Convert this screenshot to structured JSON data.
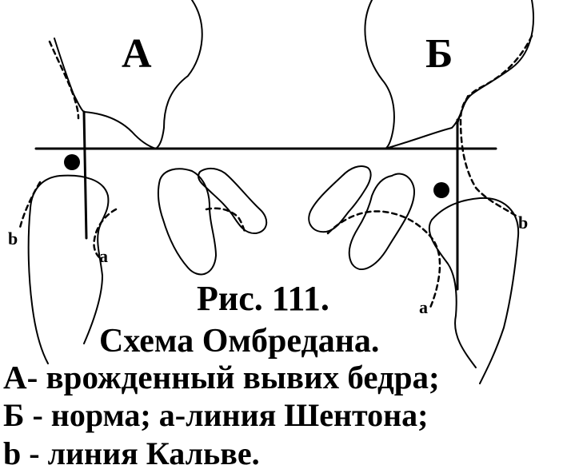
{
  "labels": {
    "panel_a": "А",
    "panel_b": "Б",
    "left_b": "b",
    "left_a": "a",
    "right_b": "b",
    "right_a": "a"
  },
  "caption": {
    "figure_number": "Рис. 111.",
    "title": "Схема Омбредана.",
    "line1": "А- врожденный вывих бедра;",
    "line2": "Б - норма; а-линия Шентона;",
    "line3": "b - линия Кальве."
  }
}
